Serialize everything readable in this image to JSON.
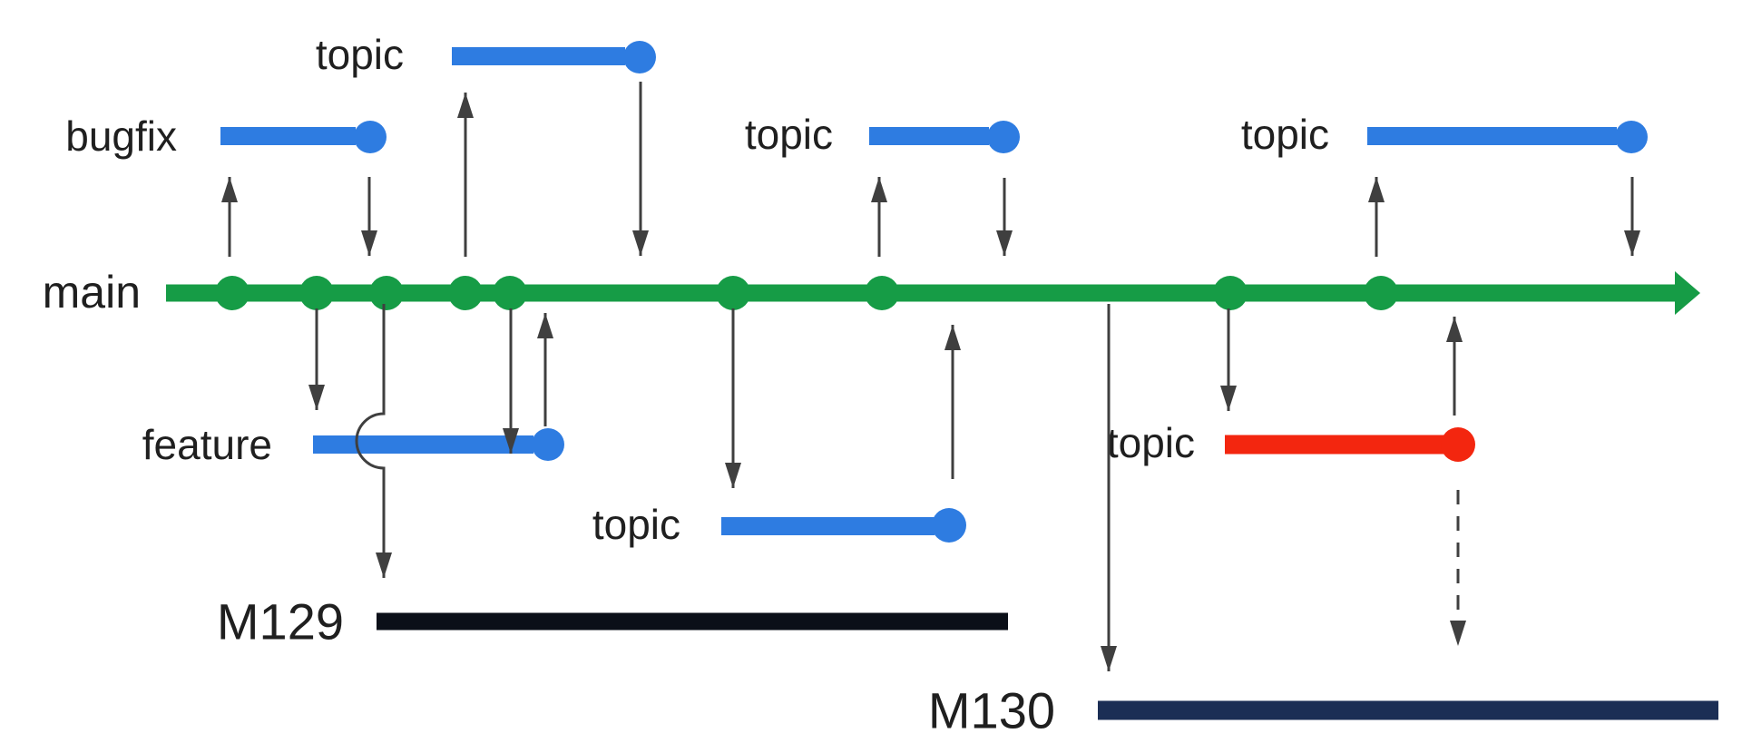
{
  "diagram": {
    "type": "git-branching-release-diagram",
    "main_commit_count": 9,
    "branches": {
      "main": {
        "label": "main",
        "color": "#169c46"
      },
      "bugfix": {
        "label": "bugfix",
        "color": "#2e7ce1"
      },
      "topic_top_left": {
        "label": "topic",
        "color": "#2e7ce1"
      },
      "topic_top_middle": {
        "label": "topic",
        "color": "#2e7ce1"
      },
      "topic_top_right": {
        "label": "topic",
        "color": "#2e7ce1"
      },
      "feature": {
        "label": "feature",
        "color": "#2e7ce1"
      },
      "topic_bottom_middle": {
        "label": "topic",
        "color": "#2e7ce1"
      },
      "topic_bottom_right": {
        "label": "topic",
        "color": "#f3260f"
      }
    },
    "releases": {
      "m129": {
        "label": "M129",
        "color": "#0b0f18"
      },
      "m130": {
        "label": "M130",
        "color": "#1b2e55"
      }
    }
  },
  "colors": {
    "main": "#169c46",
    "branch": "#2e7ce1",
    "alert": "#f3260f",
    "arrow": "#3f3f3f",
    "m129": "#0b0f18",
    "m130": "#1b2e55",
    "text": "#1f1f1f",
    "bg": "#ffffff"
  }
}
